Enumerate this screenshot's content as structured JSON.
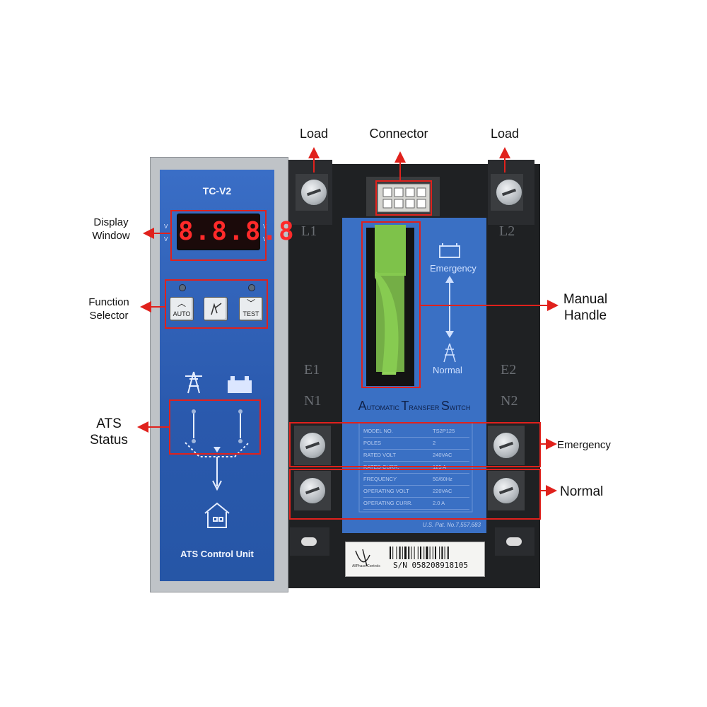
{
  "callouts": {
    "load_left": "Load",
    "connector": "Connector",
    "load_right": "Load",
    "display_window": [
      "Display",
      "Window"
    ],
    "function_selector": [
      "Function",
      "Selector"
    ],
    "manual_handle": [
      "Manual",
      "Handle"
    ],
    "ats_status": [
      "ATS",
      "Status"
    ],
    "emergency": "Emergency",
    "normal": "Normal"
  },
  "control_unit": {
    "model": "TC-V2",
    "display_value": "8.8.8.8",
    "display_left_labels": [
      "V",
      "V"
    ],
    "display_right_labels": [
      "V",
      "V"
    ],
    "buttons": [
      {
        "label": "AUTO",
        "glyph": "chevron-up"
      },
      {
        "label": "",
        "glyph": "hand-icon"
      },
      {
        "label": "TEST",
        "glyph": "chevron-down"
      }
    ],
    "footer": "ATS Control Unit"
  },
  "switch": {
    "terminal_top_left": "L1",
    "terminal_top_right": "L2",
    "terminal_bottom_left": [
      "E1",
      "N1"
    ],
    "terminal_bottom_right": [
      "E2",
      "N2"
    ],
    "emergency_label": "Emergency",
    "normal_label": "Normal",
    "title_caps": [
      "A",
      "T",
      "S"
    ],
    "title_rest": [
      "UTOMATIC ",
      "RANSFER ",
      "WITCH"
    ],
    "nameplate": [
      {
        "key": "MODEL NO.",
        "value": "TS2P125"
      },
      {
        "key": "POLES",
        "value": "2"
      },
      {
        "key": "RATED VOLT",
        "value": "240VAC"
      },
      {
        "key": "RATED CURR.",
        "value": "125 A"
      },
      {
        "key": "FREQUENCY",
        "value": "50/60Hz"
      },
      {
        "key": "OPERATING VOLT",
        "value": "220VAC"
      },
      {
        "key": "OPERATING CURR.",
        "value": "2.0 A"
      }
    ],
    "patent": "U.S. Pat. No.7,557,683",
    "brand": "AllPhase Controls",
    "serial": "S/N 058208918105"
  },
  "colors": {
    "accent_red": "#e0211c",
    "panel_blue": "#2d5fb5",
    "handle_green": "#8cd150"
  }
}
